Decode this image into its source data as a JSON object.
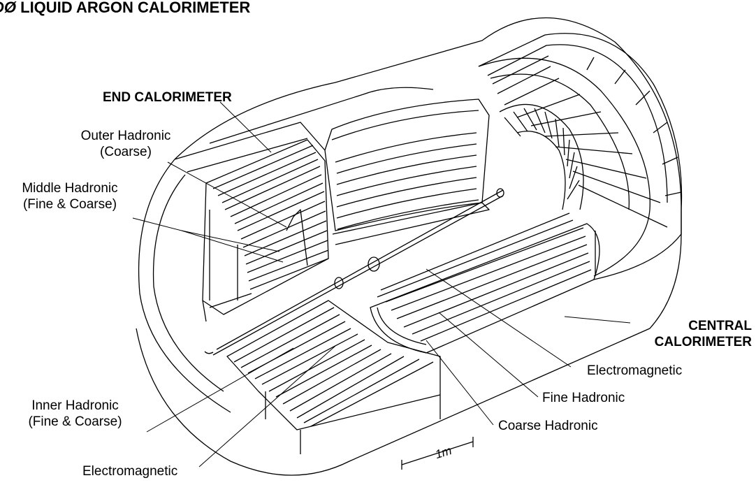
{
  "title": {
    "symbol": "DØ",
    "text": "LIQUID ARGON CALORIMETER"
  },
  "end_calorimeter": {
    "heading": "END CALORIMETER",
    "outer_hadronic": [
      "Outer Hadronic",
      "(Coarse)"
    ],
    "middle_hadronic": [
      "Middle Hadronic",
      "(Fine & Coarse)"
    ],
    "inner_hadronic": [
      "Inner Hadronic",
      "(Fine & Coarse)"
    ],
    "electromagnetic": "Electromagnetic"
  },
  "central_calorimeter": {
    "heading": [
      "CENTRAL",
      "CALORIMETER"
    ],
    "electromagnetic": "Electromagnetic",
    "fine_hadronic": "Fine Hadronic",
    "coarse_hadronic": "Coarse Hadronic"
  },
  "scale_bar": {
    "label": "1m"
  },
  "colors": {
    "ink": "#000000",
    "paper": "#ffffff"
  }
}
